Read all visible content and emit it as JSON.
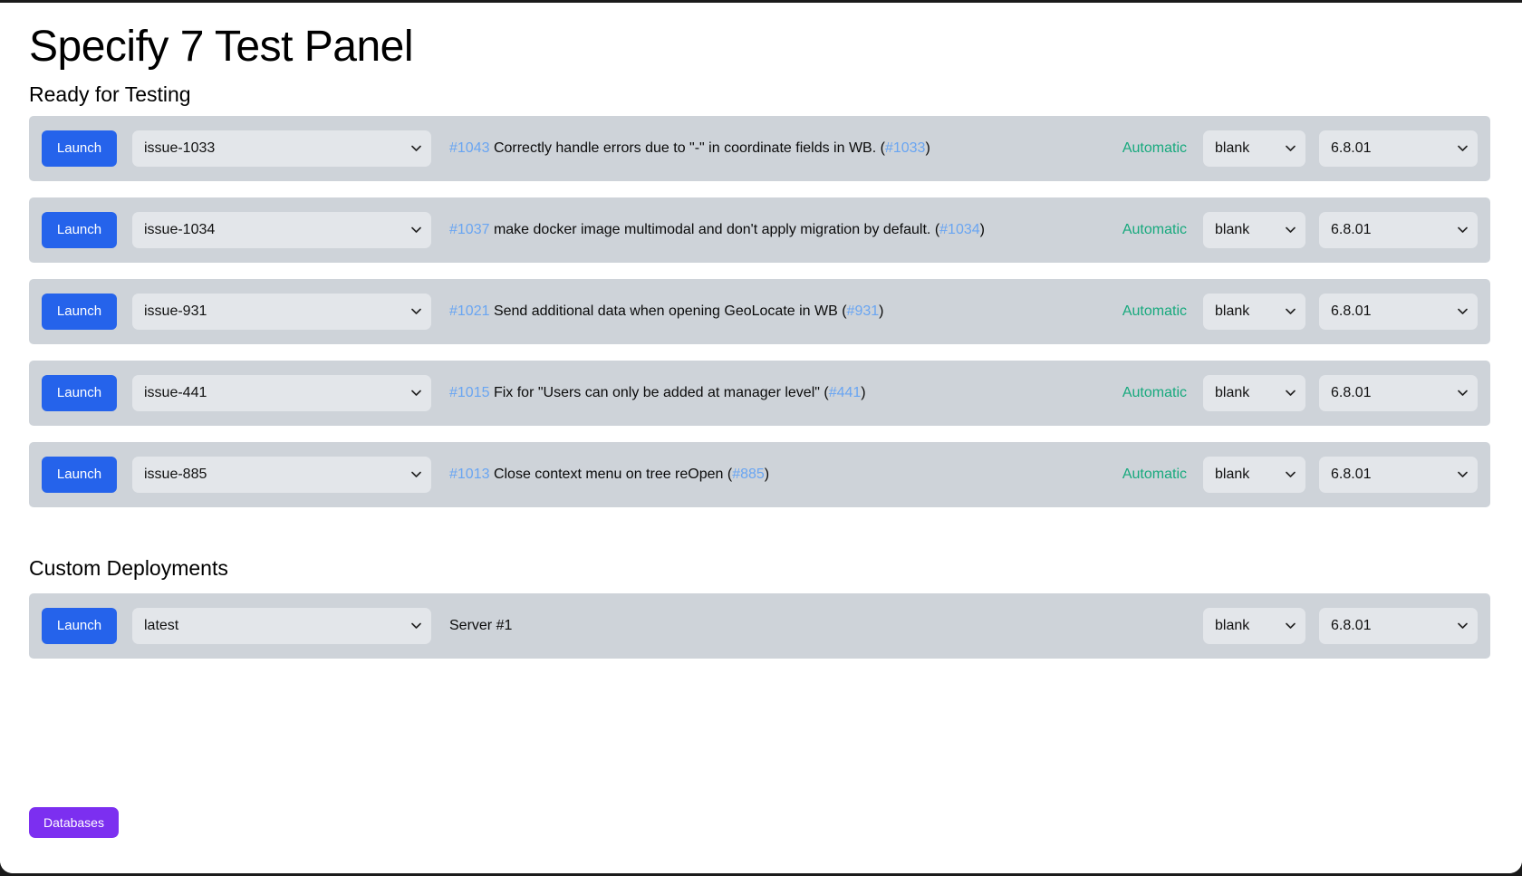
{
  "page": {
    "title": "Specify 7 Test Panel",
    "databases_button": "Databases"
  },
  "colors": {
    "launch_blue": "#2563eb",
    "databases_purple": "#7c2ff0",
    "mode_green": "#17a97d",
    "ref_blue": "#69a5f2",
    "row_gray": "#ced3d9",
    "select_gray": "#e3e6ea"
  },
  "sections": [
    {
      "heading": "Ready for Testing",
      "rows": [
        {
          "launch_label": "Launch",
          "branch": "issue-1033",
          "ref": "#1043",
          "desc_text": " Correctly handle errors due to \"-\" in coordinate fields in WB. (",
          "desc_ref2": "#1033",
          "desc_tail": ")",
          "mode": "Automatic",
          "database": "blank",
          "version": "6.8.01"
        },
        {
          "launch_label": "Launch",
          "branch": "issue-1034",
          "ref": "#1037",
          "desc_text": " make docker image multimodal and don't apply migration by default. (",
          "desc_ref2": "#1034",
          "desc_tail": ")",
          "mode": "Automatic",
          "database": "blank",
          "version": "6.8.01"
        },
        {
          "launch_label": "Launch",
          "branch": "issue-931",
          "ref": "#1021",
          "desc_text": " Send additional data when opening GeoLocate in WB (",
          "desc_ref2": "#931",
          "desc_tail": ")",
          "mode": "Automatic",
          "database": "blank",
          "version": "6.8.01"
        },
        {
          "launch_label": "Launch",
          "branch": "issue-441",
          "ref": "#1015",
          "desc_text": " Fix for \"Users can only be added at manager level\" (",
          "desc_ref2": "#441",
          "desc_tail": ")",
          "mode": "Automatic",
          "database": "blank",
          "version": "6.8.01"
        },
        {
          "launch_label": "Launch",
          "branch": "issue-885",
          "ref": "#1013",
          "desc_text": " Close context menu on tree reOpen (",
          "desc_ref2": "#885",
          "desc_tail": ")",
          "mode": "Automatic",
          "database": "blank",
          "version": "6.8.01"
        }
      ]
    },
    {
      "heading": "Custom Deployments",
      "rows": [
        {
          "launch_label": "Launch",
          "branch": "latest",
          "ref": "",
          "desc_text": "Server #1",
          "desc_ref2": "",
          "desc_tail": "",
          "mode": "",
          "database": "blank",
          "version": "6.8.01"
        }
      ]
    }
  ]
}
